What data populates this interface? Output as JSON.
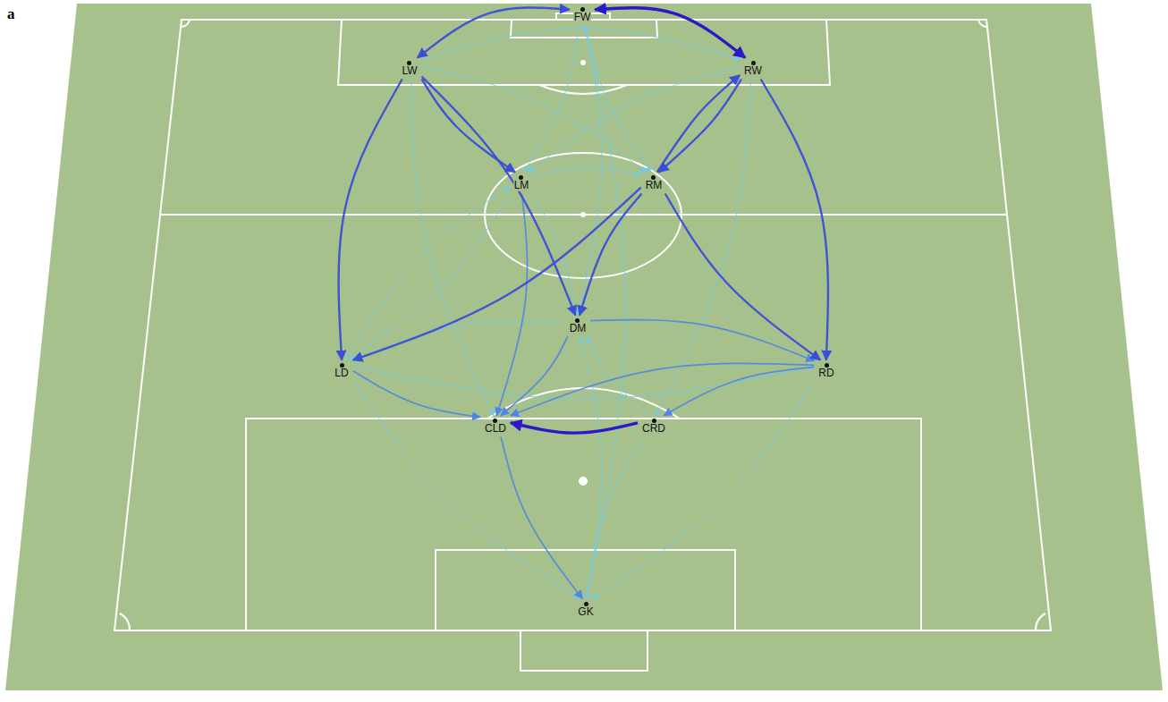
{
  "diagram": {
    "nodes": [
      {
        "text": [
          "FW"
        ]
      },
      {
        "text": [
          "LW"
        ]
      },
      {
        "text": [
          "RW"
        ]
      },
      {
        "text": [
          "LM"
        ]
      },
      {
        "text": [
          "RM"
        ]
      },
      {
        "text": [
          "DM"
        ]
      },
      {
        "text": [
          "LD"
        ]
      },
      {
        "text": [
          "RD"
        ]
      },
      {
        "text": [
          "CLD"
        ]
      },
      {
        "text": [
          "CRD"
        ]
      },
      {
        "text": [
          "GK"
        ]
      }
    ],
    "edges": [
      {
        "from": 0,
        "to": 1,
        "arrow": "both"
      },
      {
        "from": 0,
        "to": 2,
        "arrow": "both"
      },
      {
        "from": 1,
        "to": 3,
        "arrow": "to"
      },
      {
        "from": 1,
        "to": 5,
        "arrow": "to"
      },
      {
        "from": 1,
        "to": 6,
        "arrow": "to"
      },
      {
        "from": 2,
        "to": 4,
        "arrow": "to"
      },
      {
        "from": 4,
        "to": 2,
        "arrow": "to"
      },
      {
        "from": 2,
        "to": 7,
        "arrow": "to"
      },
      {
        "from": 4,
        "to": 5,
        "arrow": "to"
      },
      {
        "from": 4,
        "to": 6,
        "arrow": "to"
      },
      {
        "from": 4,
        "to": 7,
        "arrow": "to"
      },
      {
        "from": 9,
        "to": 8,
        "arrow": "to"
      },
      {
        "from": 8,
        "to": 10,
        "arrow": "to"
      },
      {
        "from": 5,
        "to": 8,
        "arrow": "to"
      },
      {
        "from": 6,
        "to": 8,
        "arrow": "to"
      },
      {
        "from": 3,
        "to": 8,
        "arrow": "to"
      },
      {
        "from": 7,
        "to": 8,
        "arrow": "to"
      },
      {
        "from": 5,
        "to": 7,
        "arrow": "to"
      },
      {
        "from": 7,
        "to": 9,
        "arrow": "to"
      },
      {
        "from": 3,
        "to": 4,
        "arrow": "to"
      },
      {
        "from": 6,
        "to": 7,
        "arrow": "to"
      },
      {
        "from": 0,
        "to": 3,
        "arrow": "to"
      },
      {
        "from": 0,
        "to": 4,
        "arrow": "to"
      },
      {
        "from": 0,
        "to": 5,
        "arrow": "to"
      },
      {
        "from": 1,
        "to": 2,
        "arrow": "to"
      },
      {
        "from": 1,
        "to": 4,
        "arrow": "to"
      },
      {
        "from": 2,
        "to": 3,
        "arrow": "to"
      },
      {
        "from": 3,
        "to": 6,
        "arrow": "to"
      },
      {
        "from": 6,
        "to": 10,
        "arrow": "to"
      },
      {
        "from": 7,
        "to": 10,
        "arrow": "to"
      },
      {
        "from": 9,
        "to": 10,
        "arrow": "to"
      },
      {
        "from": 3,
        "to": 5,
        "arrow": "to"
      },
      {
        "from": 5,
        "to": 6,
        "arrow": "to"
      },
      {
        "from": 6,
        "to": 3,
        "arrow": "to"
      },
      {
        "from": 10,
        "to": 5,
        "arrow": "to"
      },
      {
        "from": 9,
        "to": 5,
        "arrow": "to"
      },
      {
        "from": 1,
        "to": 8,
        "arrow": "to"
      },
      {
        "from": 2,
        "to": 9,
        "arrow": "to"
      },
      {
        "from": 10,
        "to": 0,
        "arrow": "to"
      }
    ],
    "labels": [
      "a"
    ]
  }
}
